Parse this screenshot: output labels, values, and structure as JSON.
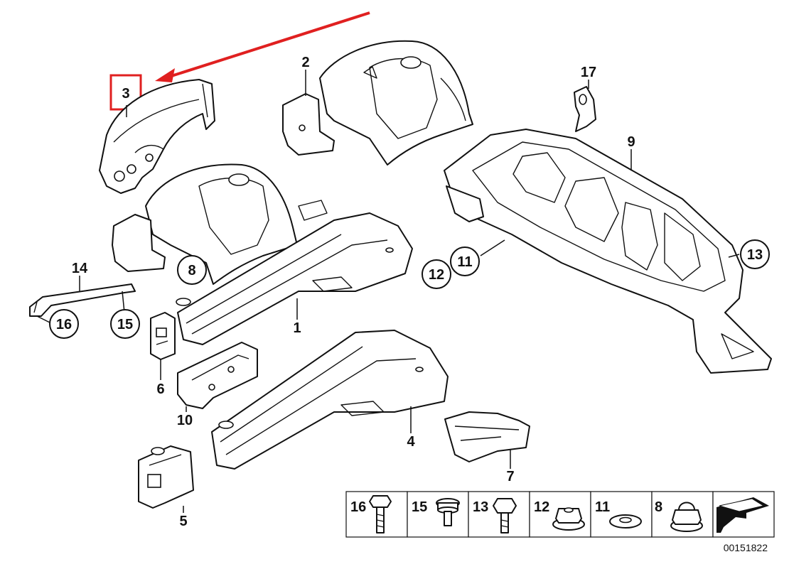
{
  "diagram": {
    "highlight_color": "#e02020",
    "highlighted_part": "3",
    "callouts": {
      "p1": "1",
      "p2": "2",
      "p3": "3",
      "p4": "4",
      "p5": "5",
      "p6": "6",
      "p7": "7",
      "p8": "8",
      "p9": "9",
      "p10": "10",
      "p11": "11",
      "p12": "12",
      "p13": "13",
      "p14": "14",
      "p15": "15",
      "p16": "16",
      "p17": "17"
    },
    "legend": [
      {
        "num": "16",
        "icon": "long-bolt-icon"
      },
      {
        "num": "15",
        "icon": "short-bolt-icon"
      },
      {
        "num": "13",
        "icon": "medium-bolt-icon"
      },
      {
        "num": "12",
        "icon": "flange-nut-icon"
      },
      {
        "num": "11",
        "icon": "washer-icon"
      },
      {
        "num": "8",
        "icon": "cap-nut-icon"
      },
      {
        "num": "",
        "icon": "direction-arrow-icon"
      }
    ],
    "doc_number": "00151822"
  }
}
